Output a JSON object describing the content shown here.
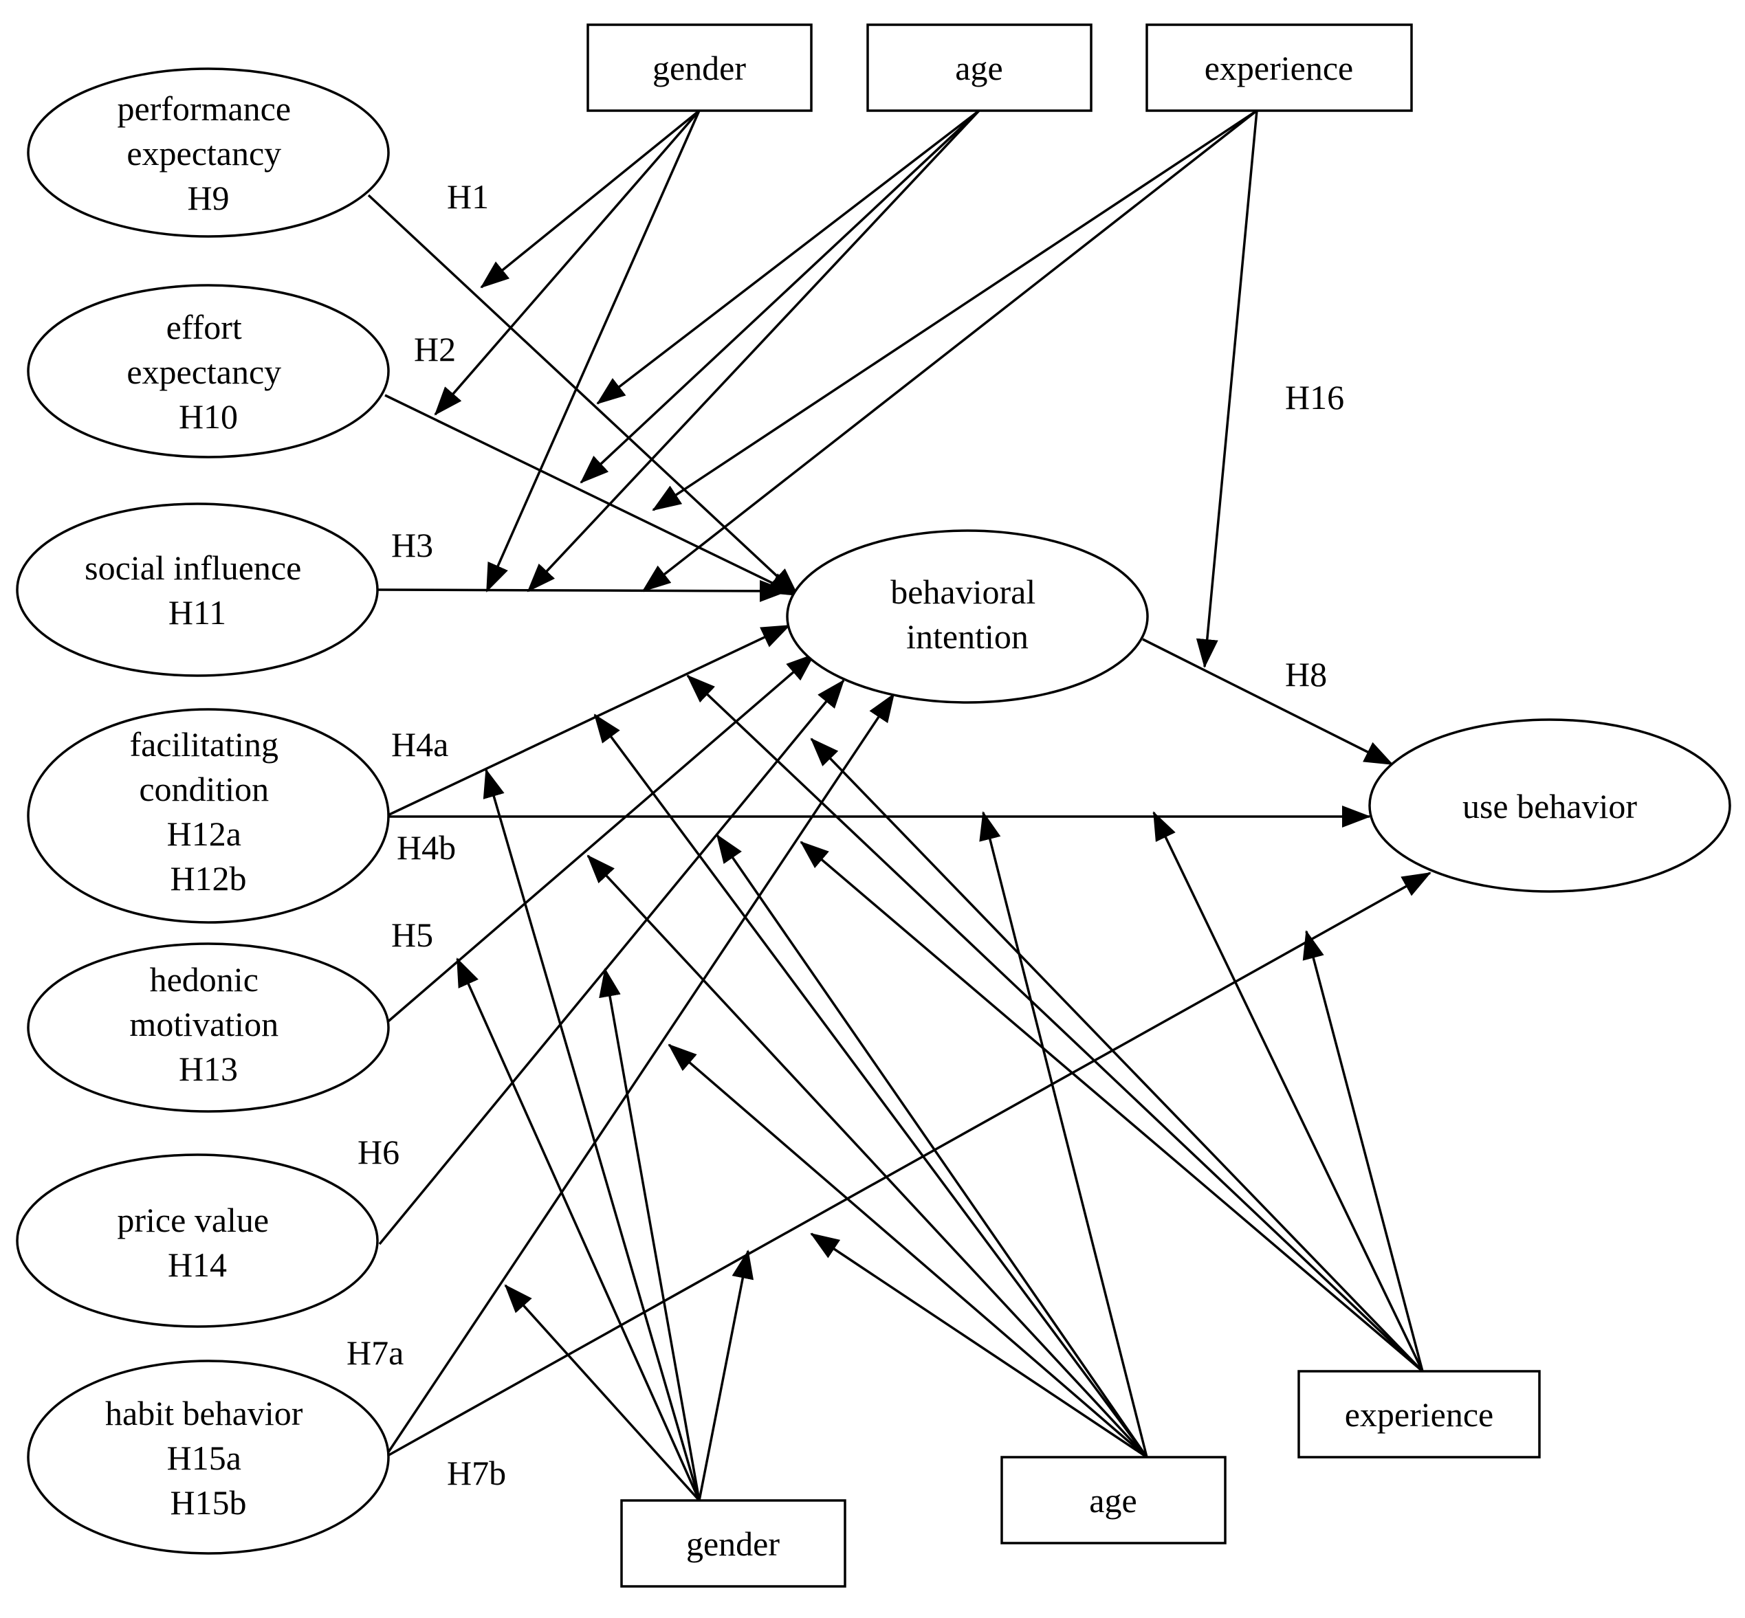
{
  "constructs": {
    "performance_expectancy": [
      "performance",
      "expectancy",
      "H9"
    ],
    "effort_expectancy": [
      "effort",
      "expectancy",
      "H10"
    ],
    "social_influence": [
      "social influence",
      "H11"
    ],
    "facilitating_condition": [
      "facilitating",
      "condition",
      "H12a",
      "H12b"
    ],
    "hedonic_motivation": [
      "hedonic",
      "motivation",
      "H13"
    ],
    "price_value": [
      "price value",
      "H14"
    ],
    "habit_behavior": [
      "habit behavior",
      "H15a",
      "H15b"
    ],
    "behavioral_intention": [
      "behavioral",
      "intention"
    ],
    "use_behavior": [
      "use behavior"
    ]
  },
  "moderators": {
    "gender_top": "gender",
    "age_top": "age",
    "experience_top": "experience",
    "gender_bottom": "gender",
    "age_bottom": "age",
    "experience_bottom": "experience"
  },
  "hypotheses": {
    "h1": "H1",
    "h2": "H2",
    "h3": "H3",
    "h4a": "H4a",
    "h4b": "H4b",
    "h5": "H5",
    "h6": "H6",
    "h7a": "H7a",
    "h7b": "H7b",
    "h8": "H8",
    "h16": "H16"
  }
}
